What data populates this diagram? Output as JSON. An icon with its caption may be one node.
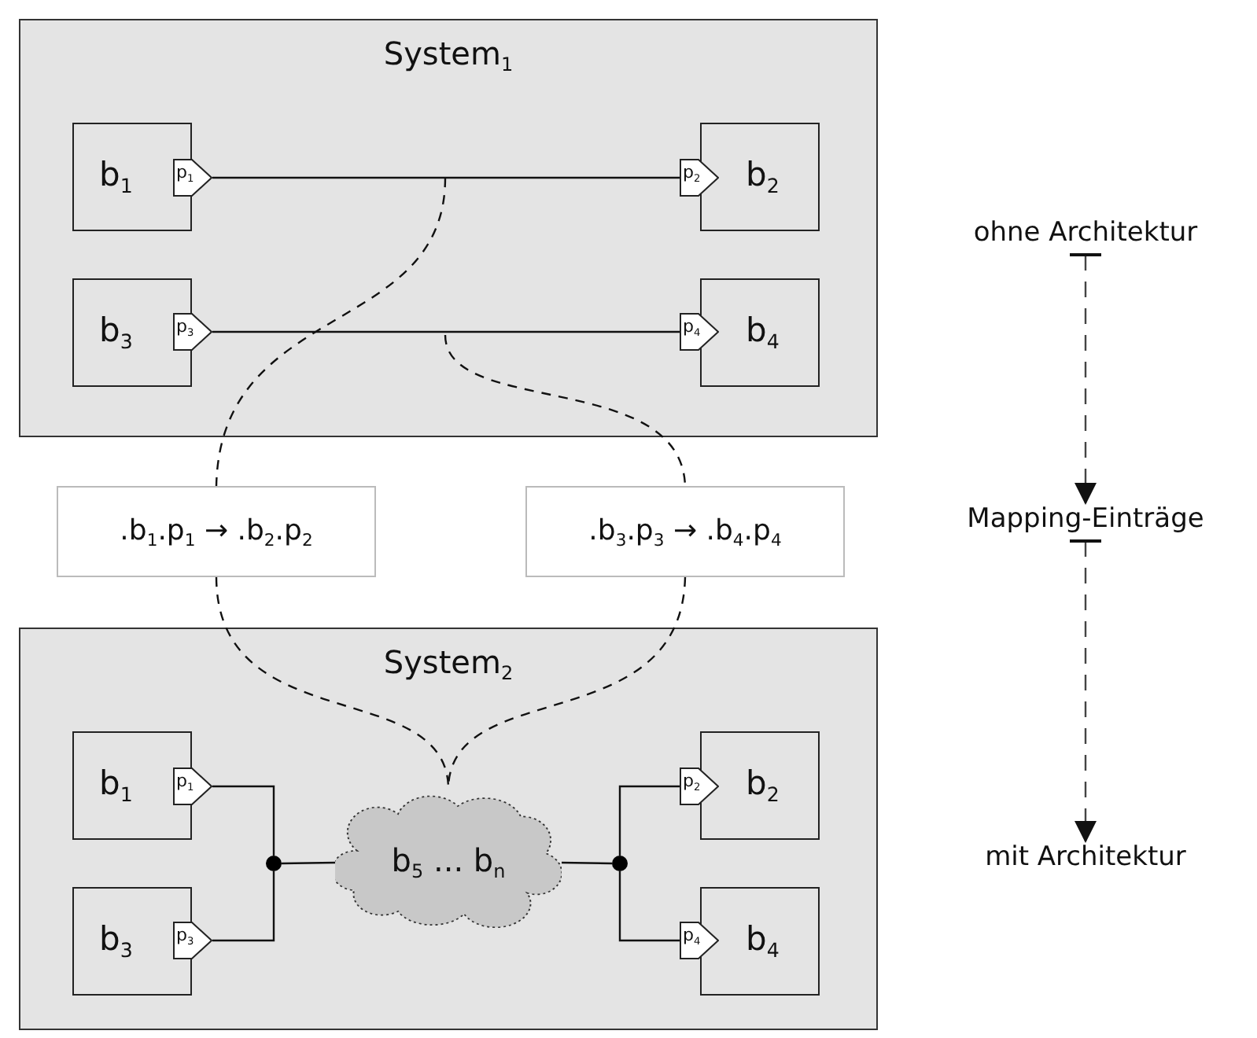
{
  "diagram": {
    "nodes": [
      {
        "text": [
          "System$_{1}$"
        ]
      },
      {
        "text": [
          "b$_{1}$"
        ],
        "in": 0
      },
      {
        "text": [
          "p$_{1}$"
        ],
        "in": 0
      },
      {
        "text": [
          "p$_{2}$"
        ],
        "in": 0
      },
      {
        "text": [
          "b$_{2}$"
        ],
        "in": 0
      },
      {
        "text": [
          "b$_{3}$"
        ],
        "in": 0
      },
      {
        "text": [
          "p$_{3}$"
        ],
        "in": 0
      },
      {
        "text": [
          "p$_{4}$"
        ],
        "in": 0
      },
      {
        "text": [
          "b$_{4}$"
        ],
        "in": 0
      },
      {
        "text": [
          ".b$_{1}$.p$_{1}$ → .b$_{2}$.p$_{2}$"
        ]
      },
      {
        "text": [
          ".b$_{3}$.p$_{3}$ → .b$_{4}$.p$_{4}$"
        ]
      },
      {
        "text": [
          "System$_{2}$"
        ]
      },
      {
        "text": [
          "b$_{1}$"
        ],
        "in": 11
      },
      {
        "text": [
          "p$_{1}$"
        ],
        "in": 11
      },
      {
        "text": [],
        "shape": "circle",
        "in": 11
      },
      {
        "text": [
          "b$_{5}$ ... b$_{n}$"
        ],
        "in": 11
      },
      {
        "text": [],
        "shape": "circle",
        "in": 11
      },
      {
        "text": [
          "p$_{2}$"
        ],
        "in": 11
      },
      {
        "text": [
          "b$_{2}$"
        ],
        "in": 11
      },
      {
        "text": [
          "b$_{3}$"
        ],
        "in": 11
      },
      {
        "text": [
          "p$_{3}$"
        ],
        "in": 11
      },
      {
        "text": [
          "p$_{4}$"
        ],
        "in": 11
      },
      {
        "text": [
          "b$_{4}$"
        ],
        "in": 11
      },
      {
        "text": [
          "ohne Architektur"
        ]
      },
      {
        "text": [
          "Mapping-Einträge"
        ]
      },
      {
        "text": [
          "mit Architektur"
        ]
      }
    ],
    "edges": [
      {
        "from": 2,
        "to": 3,
        "arrow": "none"
      },
      {
        "from": 6,
        "to": 7,
        "arrow": "none"
      },
      {
        "from": null,
        "to": 9,
        "arrow": "none",
        "style": "dashed"
      },
      {
        "from": null,
        "to": 10,
        "arrow": "none",
        "style": "dashed"
      },
      {
        "from": 9,
        "to": 15,
        "arrow": "none",
        "style": "dashed"
      },
      {
        "from": 10,
        "to": 15,
        "arrow": "none",
        "style": "dashed"
      },
      {
        "from": 13,
        "to": 14,
        "arrow": "none"
      },
      {
        "from": 20,
        "to": 14,
        "arrow": "none"
      },
      {
        "from": 14,
        "to": 15,
        "arrow": "none"
      },
      {
        "from": 15,
        "to": 16,
        "arrow": "none"
      },
      {
        "from": 16,
        "to": 17,
        "arrow": "none"
      },
      {
        "from": 16,
        "to": 21,
        "arrow": "none"
      },
      {
        "from": 23,
        "to": 24,
        "arrow": "to",
        "style": "dashed"
      },
      {
        "from": 24,
        "to": 25,
        "arrow": "to",
        "style": "dashed"
      }
    ]
  }
}
